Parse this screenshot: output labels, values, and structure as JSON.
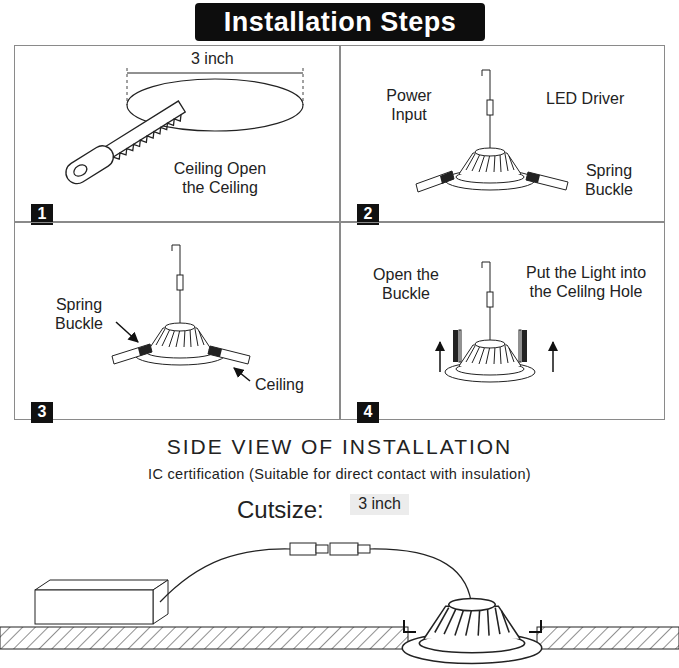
{
  "diagram": {
    "title": "Installation Steps",
    "nodes": [
      {
        "text": [
          "3 inch",
          "Ceiling Open the Ceiling"
        ]
      },
      {
        "text": [
          "1"
        ],
        "in": 0
      },
      {
        "text": [
          "Power Input",
          "LED Driver",
          "Spring Buckle"
        ]
      },
      {
        "text": [
          "2"
        ],
        "in": 2
      },
      {
        "text": [
          "Spring Buckle",
          "Ceiling"
        ]
      },
      {
        "text": [
          "3"
        ],
        "in": 4
      },
      {
        "text": [
          "Open the Buckle",
          "Put the Light into the Celilng Hole"
        ]
      },
      {
        "text": [
          "4"
        ],
        "in": 6
      },
      {
        "text": [
          "3 inch"
        ]
      }
    ],
    "labels": [
      "SIDE VIEW OF INSTALLATION",
      "IC certification (Suitable for direct contact with insulation)",
      "Cutsize:"
    ]
  }
}
